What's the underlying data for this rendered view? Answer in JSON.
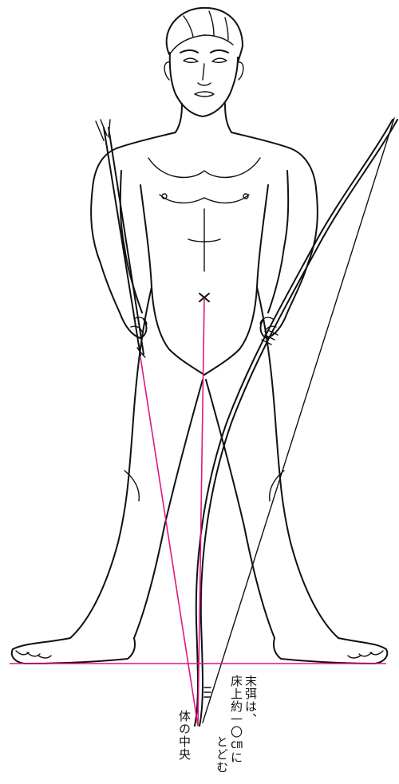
{
  "annotations": {
    "body_center": "体の中央",
    "bow_tip_line1": "末弭は、",
    "bow_tip_line2": "床上約一〇㎝に",
    "bow_tip_line3": "とどむ"
  },
  "colors": {
    "ink": "#111111",
    "guide_line": "#e0177f",
    "background": "#ffffff"
  }
}
